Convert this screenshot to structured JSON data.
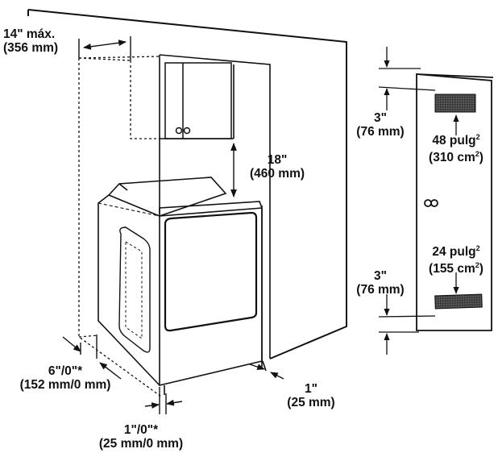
{
  "labels": {
    "width_max": {
      "line1": "14\" máx.",
      "line2": "(356 mm)"
    },
    "above_dryer": {
      "line1": "18\"",
      "line2": "(460 mm)"
    },
    "side_clearance": {
      "line1": "6\"/0\"*",
      "line2": "(152 mm/0 mm)"
    },
    "front_clearance": {
      "line1": "1\"/0\"*",
      "line2": "(25 mm/0 mm)"
    },
    "rear_clearance": {
      "line1": "1\"",
      "line2": "(25 mm)"
    },
    "top_vent_offset": {
      "line1": "3\"",
      "line2": "(76 mm)"
    },
    "bottom_vent_offset": {
      "line1": "3\"",
      "line2": "(76 mm)"
    },
    "top_vent_area": {
      "line1_value": "48 pulg",
      "line1_sup": "2",
      "line2_value": "(310 cm",
      "line2_sup": "2",
      "line2_tail": ")"
    },
    "bottom_vent_area": {
      "line1_value": "24 pulg",
      "line1_sup": "2",
      "line2_value": "(155 cm",
      "line2_sup": "2",
      "line2_tail": ")"
    }
  },
  "colors": {
    "line": "#111111",
    "vent": "#444444"
  }
}
